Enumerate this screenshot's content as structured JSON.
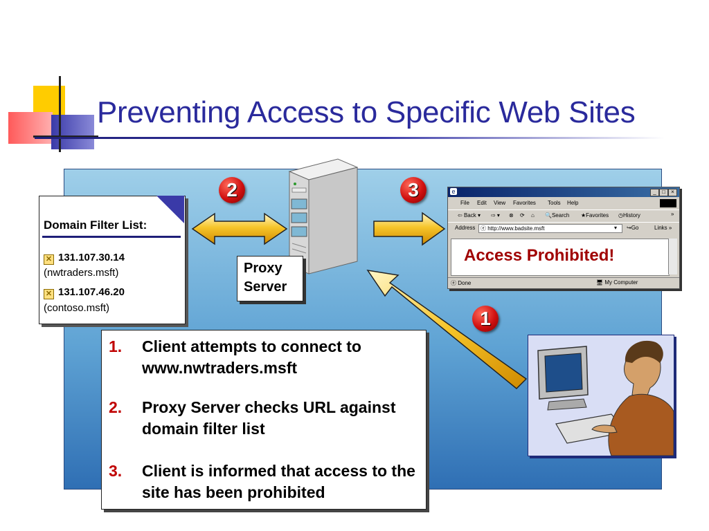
{
  "title": "Preventing Access to Specific Web Sites",
  "filter_list": {
    "heading": "Domain Filter List:",
    "entries": [
      {
        "ip": "131.107.30.14",
        "domain": "(nwtraders.msft)"
      },
      {
        "ip": "131.107.46.20",
        "domain": "(contoso.msft)"
      }
    ]
  },
  "proxy": {
    "line1": "Proxy",
    "line2": "Server"
  },
  "badges": [
    "1",
    "2",
    "3"
  ],
  "steps": [
    {
      "num": "1.",
      "text": "Client attempts to connect to www.nwtraders.msft"
    },
    {
      "num": "2.",
      "text": "Proxy Server checks URL against domain filter list"
    },
    {
      "num": "3.",
      "text": "Client is informed that access to the site has been prohibited"
    }
  ],
  "browser": {
    "menu": [
      "File",
      "Edit",
      "View",
      "Favorites",
      "Tools",
      "Help"
    ],
    "toolbar": [
      "Back",
      "Search",
      "Favorites",
      "History"
    ],
    "address_label": "Address",
    "address": "http://www.badsite.msft",
    "go": "Go",
    "links": "Links",
    "message": "Access Prohibited!",
    "status_left": "Done",
    "status_right": "My Computer"
  },
  "colors": {
    "title": "#2a2a9c",
    "step_numbers": "#c00000",
    "badge": "#d01010",
    "arrow": "#f2b61e",
    "panel_top": "#9fcfe9",
    "panel_bottom": "#2f6fb4"
  }
}
